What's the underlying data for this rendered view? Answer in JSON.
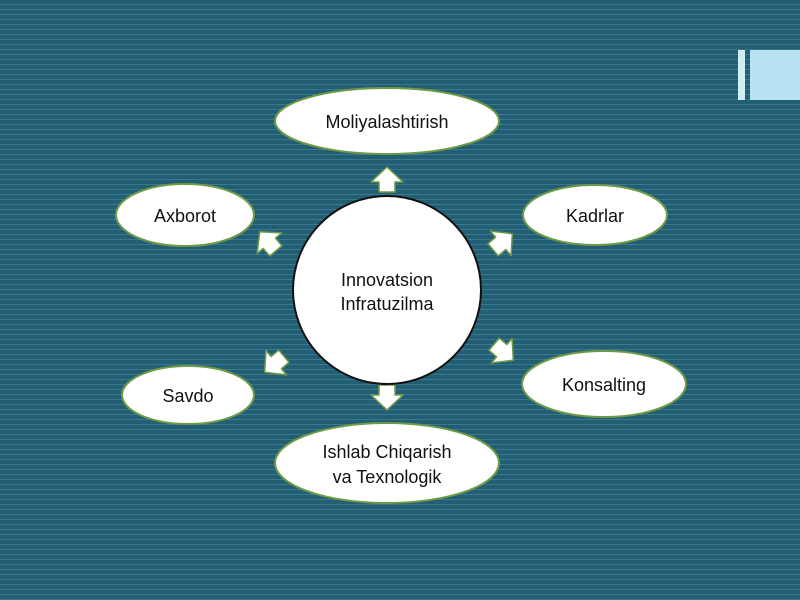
{
  "diagram": {
    "hub": {
      "lines": [
        "Innovatsion",
        "Infratuzilma"
      ]
    },
    "nodes": [
      {
        "id": "moliyalashtirish",
        "lines": [
          "Moliyalashtirish"
        ]
      },
      {
        "id": "kadrlar",
        "lines": [
          "Kadrlar"
        ]
      },
      {
        "id": "konsalting",
        "lines": [
          "Konsalting"
        ]
      },
      {
        "id": "ishlab-chiqarish",
        "lines": [
          "Ishlab Chiqarish",
          "va Texnologik"
        ]
      },
      {
        "id": "savdo",
        "lines": [
          "Savdo"
        ]
      },
      {
        "id": "axborot",
        "lines": [
          "Axborot"
        ]
      }
    ]
  },
  "colors": {
    "background": "#235f74",
    "stripe": "#3c788d",
    "node_fill": "#ffffff",
    "node_outline": "#6f9a45",
    "hub_outline": "#111111",
    "text": "#111111"
  }
}
